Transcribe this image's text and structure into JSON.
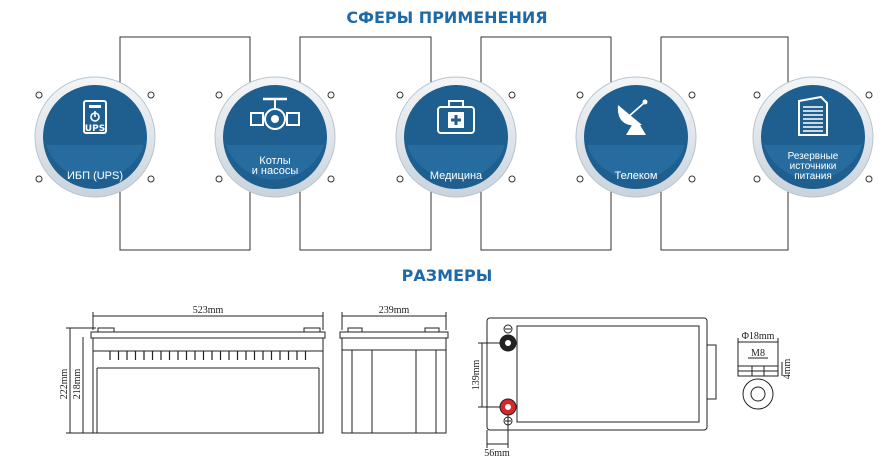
{
  "headings": {
    "applications": "СФЕРЫ ПРИМЕНЕНИЯ",
    "dimensions": "РАЗМЕРЫ"
  },
  "applications": [
    {
      "icon": "ups-icon",
      "lines": [
        "ИБП (UPS)"
      ]
    },
    {
      "icon": "valve-pipe-icon",
      "lines": [
        "Котлы",
        "и насосы"
      ]
    },
    {
      "icon": "medical-case-icon",
      "lines": [
        "Медицина"
      ]
    },
    {
      "icon": "satellite-dish-icon",
      "lines": [
        "Телеком"
      ]
    },
    {
      "icon": "server-cabinet-icon",
      "lines": [
        "Резервные",
        "источники",
        "питания"
      ]
    }
  ],
  "ups_badge": "UPS",
  "dimensions": {
    "length": "523mm",
    "width": "239mm",
    "total_height": "222mm",
    "case_height": "218mm",
    "terminal_spacing": "139mm",
    "terminal_offset": "56mm",
    "terminal_diameter": "Φ18mm",
    "bolt_thread": "M8",
    "terminal_height": "4mm"
  },
  "colors": {
    "accent": "#1e6aa8",
    "circle_fill": "#1f5f8f",
    "circle_ring": "#d7dfe6",
    "line": "#333333"
  }
}
